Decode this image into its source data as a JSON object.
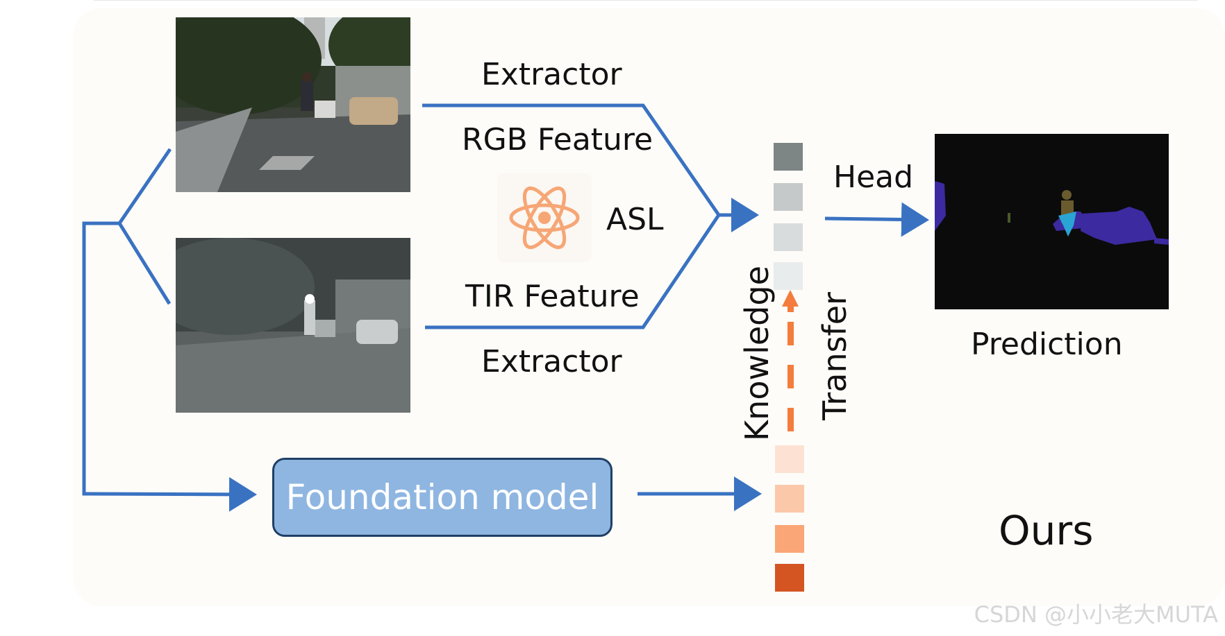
{
  "labels": {
    "extractor_top": "Extractor",
    "rgb_feature": "RGB Feature",
    "asl": "ASL",
    "tir_feature": "TIR Feature",
    "extractor_bottom": "Extractor",
    "head": "Head",
    "prediction": "Prediction",
    "knowledge": "Knowledge",
    "transfer": "Transfer",
    "foundation_model": "Foundation model",
    "ours": "Ours"
  },
  "watermark": "CSDN @小小老大MUTA",
  "colors": {
    "arrow": "#3a72c2",
    "foundation_fill": "#8fb6e1",
    "foundation_border": "#1f3f66",
    "transfer_arrow": "#f47c3c",
    "atom": "#f6a675"
  },
  "feature_stack_top": [
    "#7d8585",
    "#c5c9c9",
    "#d9dcdc",
    "#e9ecec"
  ],
  "feature_stack_bottom": [
    "#fde2d4",
    "#fcc8aa",
    "#fba676",
    "#d45522"
  ]
}
